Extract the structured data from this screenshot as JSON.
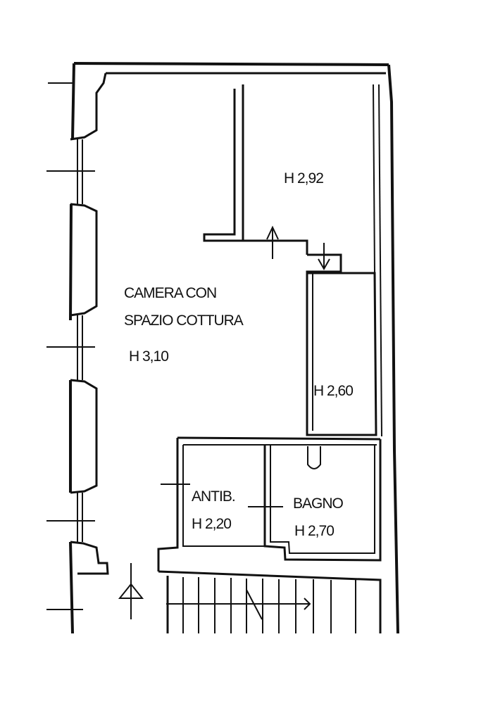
{
  "rooms": {
    "main_name_line1": "CAMERA CON",
    "main_name_line2": "SPAZIO COTTURA",
    "main_height": "H 3,10",
    "upper_right_height": "H 2,92",
    "closet_height": "H 2,60",
    "antibagno_name": "ANTIB.",
    "antibagno_height": "H 2,20",
    "bagno_name": "BAGNO",
    "bagno_height": "H 2,70"
  },
  "colors": {
    "ink": "#111111",
    "paper": "#ffffff"
  }
}
